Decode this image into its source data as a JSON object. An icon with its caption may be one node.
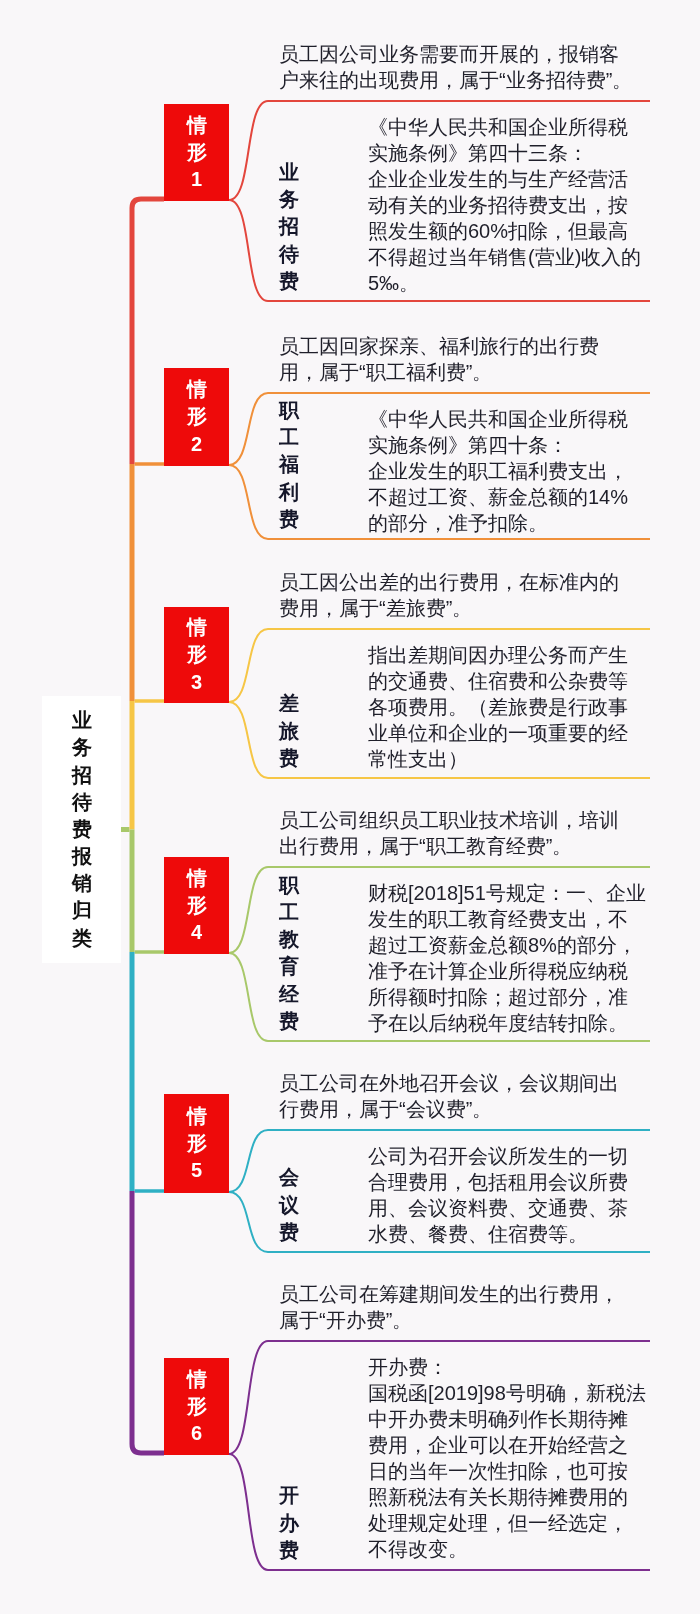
{
  "diagram": {
    "nodes": [
      {
        "text": [
          "业务招待费报销归类"
        ]
      },
      {
        "text": [
          "情形1"
        ]
      },
      {
        "text": [
          "员工因公司业务需要而开展的，报销客户来往的出现费用，属于“业务招待费”。"
        ]
      },
      {
        "text": [
          "业务招待费",
          "《中华人民共和国企业所得税实施条例》第四十三条：",
          "企业企业发生的与生产经营活动有关的业务招待费支出，按照发生额的60%扣除，但最高不得超过当年销售(营业)收入的5‰。"
        ]
      },
      {
        "text": [
          "情形2"
        ]
      },
      {
        "text": [
          "员工因回家探亲、福利旅行的出行费用，属于“职工福利费”。"
        ]
      },
      {
        "text": [
          "职工福利费",
          "《中华人民共和国企业所得税实施条例》第四十条：",
          "企业发生的职工福利费支出，不超过工资、薪金总额的14%的部分，准予扣除。"
        ]
      },
      {
        "text": [
          "情形3"
        ]
      },
      {
        "text": [
          "员工因公出差的出行费用，在标准内的费用，属于“差旅费”。"
        ]
      },
      {
        "text": [
          "差旅费",
          "指出差期间因办理公务而产生的交通费、住宿费和公杂费等各项费用。（差旅费是行政事业单位和企业的一项重要的经常性支出）"
        ]
      },
      {
        "text": [
          "情形4"
        ]
      },
      {
        "text": [
          "员工公司组织员工职业技术培训，培训出行费用，属于“职工教育经费”。"
        ]
      },
      {
        "text": [
          "职工教育经费",
          "财税[2018]51号规定：一、企业发生的职工教育经费支出，不超过工资薪金总额8%的部分，准予在计算企业所得税应纳税所得额时扣除；超过部分，准予在以后纳税年度结转扣除。"
        ]
      },
      {
        "text": [
          "情形5"
        ]
      },
      {
        "text": [
          "员工公司在外地召开会议，会议期间出行费用，属于“会议费”。"
        ]
      },
      {
        "text": [
          "会议费",
          "公司为召开会议所发生的一切合理费用，包括租用会议所费用、会议资料费、交通费、茶水费、餐费、住宿费等。"
        ]
      },
      {
        "text": [
          "情形6"
        ]
      },
      {
        "text": [
          "员工公司在筹建期间发生的出行费用，属于“开办费”。"
        ]
      },
      {
        "text": [
          "开办费",
          "开办费：",
          "国税函[2019]98号明确，新税法中开办费未明确列作长期待摊费用，企业可以在开始经营之日的当年一次性扣除，也可按照新税法有关长期待摊费用的处理规定处理，但一经选定，不得改变。"
        ]
      }
    ],
    "edges": [
      {
        "from": 0,
        "to": 1,
        "arrow": "none",
        "style": "thick",
        "color": "#e3463d"
      },
      {
        "from": 1,
        "to": 2,
        "arrow": "none",
        "color": "#e3463d"
      },
      {
        "from": 1,
        "to": 3,
        "arrow": "none",
        "color": "#e3463d"
      },
      {
        "from": 0,
        "to": 4,
        "arrow": "none",
        "style": "thick",
        "color": "#f0903a"
      },
      {
        "from": 4,
        "to": 5,
        "arrow": "none",
        "color": "#f0903a"
      },
      {
        "from": 4,
        "to": 6,
        "arrow": "none",
        "color": "#f0903a"
      },
      {
        "from": 0,
        "to": 7,
        "arrow": "none",
        "style": "thick",
        "color": "#f6c646"
      },
      {
        "from": 7,
        "to": 8,
        "arrow": "none",
        "color": "#f6c646"
      },
      {
        "from": 7,
        "to": 9,
        "arrow": "none",
        "color": "#f6c646"
      },
      {
        "from": 0,
        "to": 10,
        "arrow": "none",
        "style": "thick",
        "color": "#a8c86a"
      },
      {
        "from": 10,
        "to": 11,
        "arrow": "none",
        "color": "#a8c86a"
      },
      {
        "from": 10,
        "to": 12,
        "arrow": "none",
        "color": "#a8c86a"
      },
      {
        "from": 0,
        "to": 13,
        "arrow": "none",
        "style": "thick",
        "color": "#2fb0c4"
      },
      {
        "from": 13,
        "to": 14,
        "arrow": "none",
        "color": "#2fb0c4"
      },
      {
        "from": 13,
        "to": 15,
        "arrow": "none",
        "color": "#2fb0c4"
      },
      {
        "from": 0,
        "to": 16,
        "arrow": "none",
        "style": "thick",
        "color": "#7d2f8f"
      },
      {
        "from": 16,
        "to": 17,
        "arrow": "none",
        "color": "#7d2f8f"
      },
      {
        "from": 16,
        "to": 18,
        "arrow": "none",
        "color": "#7d2f8f"
      }
    ]
  }
}
